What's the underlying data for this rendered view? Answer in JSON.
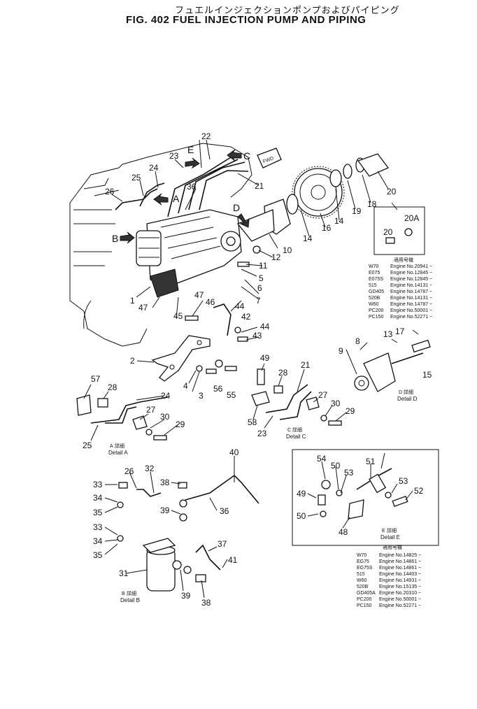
{
  "header": {
    "title_jp": "フュエルインジェクションポンプおよびパイピング",
    "title_en": "FIG. 402  FUEL INJECTION PUMP AND PIPING"
  },
  "callouts": [
    "1",
    "2",
    "3",
    "4",
    "5",
    "6",
    "7",
    "8",
    "9",
    "10",
    "11",
    "12",
    "13",
    "14",
    "15",
    "16",
    "17",
    "18",
    "19",
    "20",
    "20A",
    "21",
    "22",
    "23",
    "24",
    "25",
    "26",
    "27",
    "28",
    "29",
    "30",
    "31",
    "32",
    "33",
    "34",
    "35",
    "36",
    "37",
    "38",
    "39",
    "40",
    "41",
    "42",
    "43",
    "44",
    "45",
    "46",
    "47",
    "48",
    "49",
    "50",
    "51",
    "52",
    "53",
    "54",
    "55",
    "56",
    "57",
    "58"
  ],
  "view_letters": [
    "A",
    "B",
    "C",
    "D",
    "E"
  ],
  "fwd_label": "FWD",
  "details": {
    "a": "Detail A",
    "b": "Detail B",
    "c": "Detail C",
    "d": "Detail D",
    "e": "Detail E",
    "jp_suffix": "詳細"
  },
  "serial_table_1": {
    "header": "適用号機",
    "rows": [
      {
        "model": "W70",
        "serial": "Engine No.20941 ~"
      },
      {
        "model": "E075",
        "serial": "Engine No.12845 ~"
      },
      {
        "model": "E075S",
        "serial": "Engine No.12845 ~"
      },
      {
        "model": "515",
        "serial": "Engine No.14131 ~"
      },
      {
        "model": "GD405",
        "serial": "Engine No.14787 ~"
      },
      {
        "model": "520B",
        "serial": "Engine No.14131 ~"
      },
      {
        "model": "W60",
        "serial": "Engine No.14787 ~"
      },
      {
        "model": "PC200",
        "serial": "Engine No.50001 ~"
      },
      {
        "model": "PC150",
        "serial": "Engine No.52271 ~"
      }
    ]
  },
  "serial_table_2": {
    "header": "適用号機",
    "rows": [
      {
        "model": "W70",
        "serial": "Engine No.14825 ~"
      },
      {
        "model": "EG75",
        "serial": "Engine No.14861 ~"
      },
      {
        "model": "EG75S",
        "serial": "Engine No.14861 ~"
      },
      {
        "model": "515",
        "serial": "Engine No.14403 ~"
      },
      {
        "model": "W60",
        "serial": "Engine No.14931 ~"
      },
      {
        "model": "520B",
        "serial": "Engine No.15135 ~"
      },
      {
        "model": "GD405A",
        "serial": "Engine No.20310 ~"
      },
      {
        "model": "PC200",
        "serial": "Engine No.50001 ~"
      },
      {
        "model": "PC150",
        "serial": "Engine No.52271 ~"
      }
    ]
  }
}
